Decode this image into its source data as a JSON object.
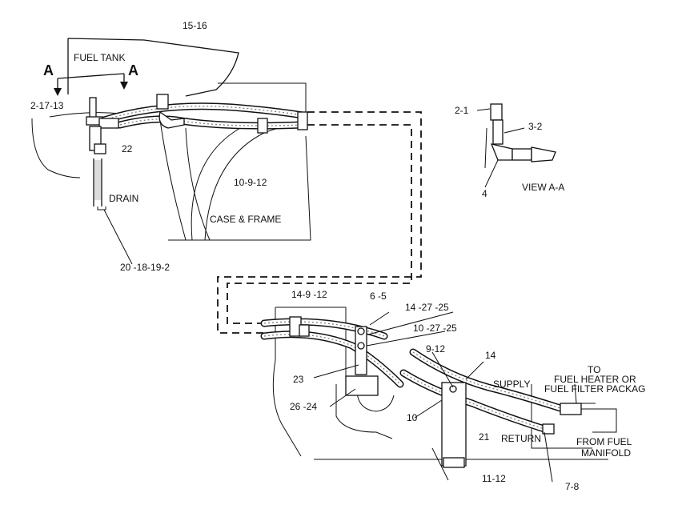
{
  "labels": {
    "fuel_tank": "FUEL TANK",
    "section_a_left": "A",
    "section_a_right": "A",
    "callout_15_16": "15-16",
    "callout_2_17_13": "2-17-13",
    "callout_22": "22",
    "drain": "DRAIN",
    "callout_10_9_12_top": "10-9-12",
    "case_frame": "CASE & FRAME",
    "callout_20_18_19_2": "20 -18-19-2",
    "callout_2_1": "2-1",
    "callout_3_2": "3-2",
    "callout_4": "4",
    "view_aa": "VIEW A-A",
    "callout_14_9_12": "14-9 -12",
    "callout_6_5": "6 -5",
    "callout_14_27_25": "14 -27 -25",
    "callout_10_27_25": "10 -27 -25",
    "callout_9_12": "9-12",
    "callout_14": "14",
    "supply": "SUPPLY",
    "to_line": "TO",
    "fuel_heater": "FUEL HEATER OR",
    "fuel_filter": "FUEL FILTER PACKAG",
    "callout_23": "23",
    "callout_26_24": "26 -24",
    "callout_10": "10",
    "callout_21": "21",
    "return": "RETURN",
    "from_fuel": "FROM FUEL",
    "manifold": "MANIFOLD",
    "callout_11_12": "11-12",
    "callout_7_8": "7-8"
  }
}
